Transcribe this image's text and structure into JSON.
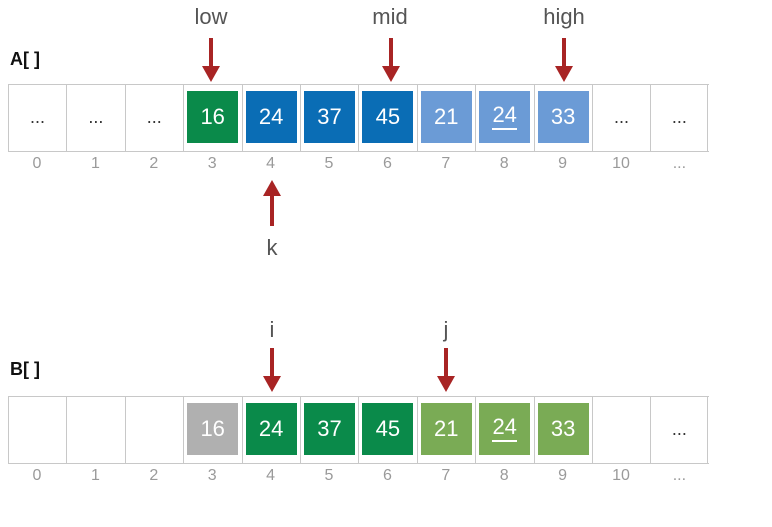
{
  "arrayA": {
    "name": "A[ ]",
    "cells": [
      {
        "text": "...",
        "color": null,
        "underline": false
      },
      {
        "text": "...",
        "color": null,
        "underline": false
      },
      {
        "text": "...",
        "color": null,
        "underline": false
      },
      {
        "text": "16",
        "color": "#0a8a4a",
        "underline": false
      },
      {
        "text": "24",
        "color": "#0a6db5",
        "underline": false
      },
      {
        "text": "37",
        "color": "#0a6db5",
        "underline": false
      },
      {
        "text": "45",
        "color": "#0a6db5",
        "underline": false
      },
      {
        "text": "21",
        "color": "#6b9bd6",
        "underline": false
      },
      {
        "text": "24",
        "color": "#6b9bd6",
        "underline": true
      },
      {
        "text": "33",
        "color": "#6b9bd6",
        "underline": false
      },
      {
        "text": "...",
        "color": null,
        "underline": false
      },
      {
        "text": "...",
        "color": null,
        "underline": false
      }
    ],
    "indices": [
      "0",
      "1",
      "2",
      "3",
      "4",
      "5",
      "6",
      "7",
      "8",
      "9",
      "10",
      "..."
    ],
    "pointers": {
      "low": "low",
      "mid": "mid",
      "high": "high",
      "k": "k"
    }
  },
  "arrayB": {
    "name": "B[ ]",
    "cells": [
      {
        "text": "",
        "color": null,
        "underline": false
      },
      {
        "text": "",
        "color": null,
        "underline": false
      },
      {
        "text": "",
        "color": null,
        "underline": false
      },
      {
        "text": "16",
        "color": "#b0b0b0",
        "underline": false
      },
      {
        "text": "24",
        "color": "#0a8a4a",
        "underline": false
      },
      {
        "text": "37",
        "color": "#0a8a4a",
        "underline": false
      },
      {
        "text": "45",
        "color": "#0a8a4a",
        "underline": false
      },
      {
        "text": "21",
        "color": "#7aab55",
        "underline": false
      },
      {
        "text": "24",
        "color": "#7aab55",
        "underline": true
      },
      {
        "text": "33",
        "color": "#7aab55",
        "underline": false
      },
      {
        "text": "",
        "color": null,
        "underline": false
      },
      {
        "text": "...",
        "color": null,
        "underline": false
      }
    ],
    "indices": [
      "0",
      "1",
      "2",
      "3",
      "4",
      "5",
      "6",
      "7",
      "8",
      "9",
      "10",
      "..."
    ],
    "pointers": {
      "i": "i",
      "j": "j"
    }
  },
  "arrow_color": "#a82424"
}
